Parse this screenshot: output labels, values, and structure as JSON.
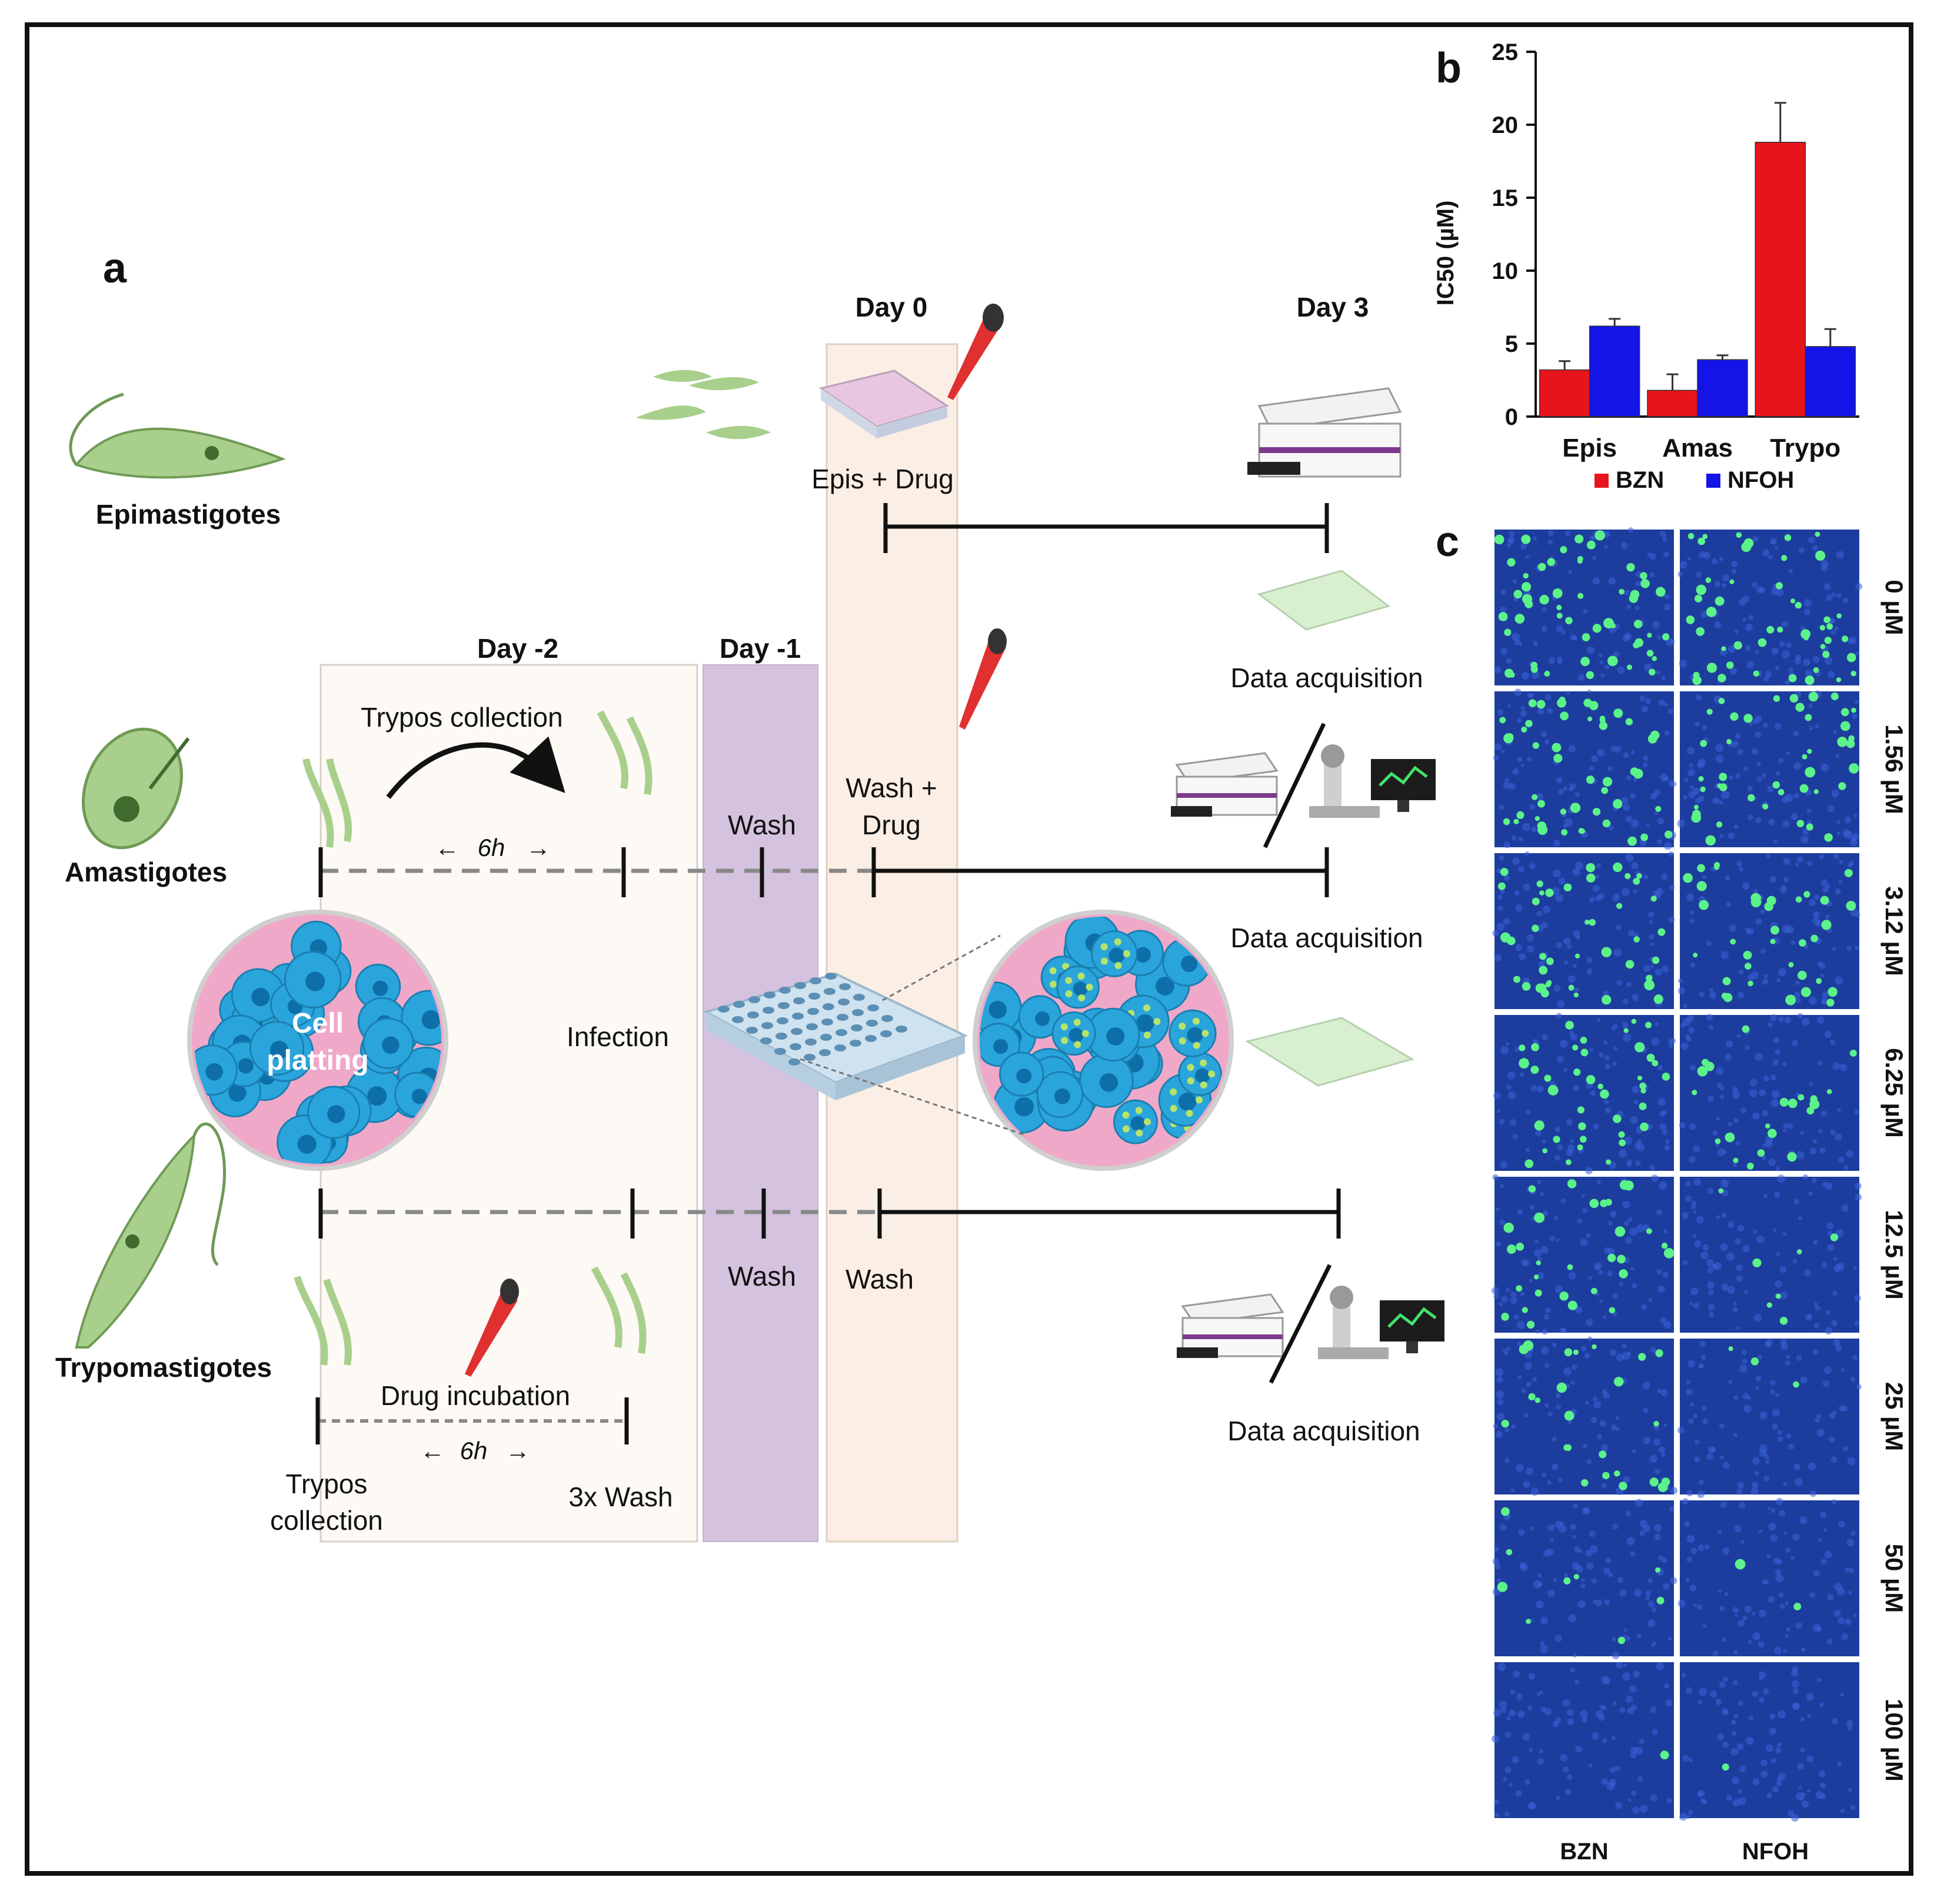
{
  "panel_labels": {
    "a": "a",
    "b": "b",
    "c": "c"
  },
  "panel_a": {
    "day_labels": {
      "day_m2": "Day -2",
      "day_m1": "Day -1",
      "day_0": "Day 0",
      "day_3": "Day 3"
    },
    "stage_labels": {
      "epis": "Epimastigotes",
      "amas": "Amastigotes",
      "trypos": "Trypomastigotes"
    },
    "cell_plating": {
      "line1": "Cell",
      "line2": "platting"
    },
    "epis_row": {
      "epis_drug": "Epis + Drug",
      "data_acq": "Data acquisition"
    },
    "amas_row": {
      "trypos_collection": "Trypos collection",
      "interval": "6h",
      "wash": "Wash",
      "wash_drug_1": "Wash +",
      "wash_drug_2": "Drug",
      "infection": "Infection",
      "data_acq": "Data acquisition"
    },
    "trypo_row": {
      "wash_1": "Wash",
      "wash_2": "Wash",
      "drug_incubation": "Drug incubation",
      "interval": "6h",
      "trypos_collection_1": "Trypos",
      "trypos_collection_2": "collection",
      "three_wash": "3x Wash",
      "data_acq": "Data acquisition"
    },
    "colors": {
      "day_m2": "#fdf9f4",
      "day_m1": "#d4c2de",
      "day_0": "#fbeee4",
      "parasite": "#a9cf8c",
      "cell": "#2aa5dc",
      "dish": "#f0a8c8"
    }
  },
  "chart_data": {
    "type": "bar",
    "categories": [
      "Epis",
      "Amas",
      "Trypo"
    ],
    "series": [
      {
        "name": "BZN",
        "color": "#e8141c",
        "values": [
          3.2,
          1.8,
          18.8
        ],
        "errors": [
          0.6,
          1.1,
          2.7
        ]
      },
      {
        "name": "NFOH",
        "color": "#1414e8",
        "values": [
          6.2,
          3.9,
          4.8
        ],
        "errors": [
          0.5,
          0.3,
          1.2
        ]
      }
    ],
    "ylabel": "IC50 (µM)",
    "ylim": [
      0,
      25
    ],
    "yticks": [
      0,
      5,
      10,
      15,
      20,
      25
    ],
    "legend": "bottom"
  },
  "panel_c": {
    "columns": [
      "BZN",
      "NFOH"
    ],
    "concentrations": [
      "0 µM",
      "1.56 µM",
      "3.12 µM",
      "6.25 µM",
      "12.5 µM",
      "25 µM",
      "50 µM",
      "100 µM"
    ],
    "green_density": [
      [
        0.9,
        0.8
      ],
      [
        0.8,
        0.7
      ],
      [
        0.7,
        0.6
      ],
      [
        0.65,
        0.35
      ],
      [
        0.5,
        0.12
      ],
      [
        0.4,
        0.05
      ],
      [
        0.15,
        0.03
      ],
      [
        0.02,
        0.02
      ]
    ]
  }
}
